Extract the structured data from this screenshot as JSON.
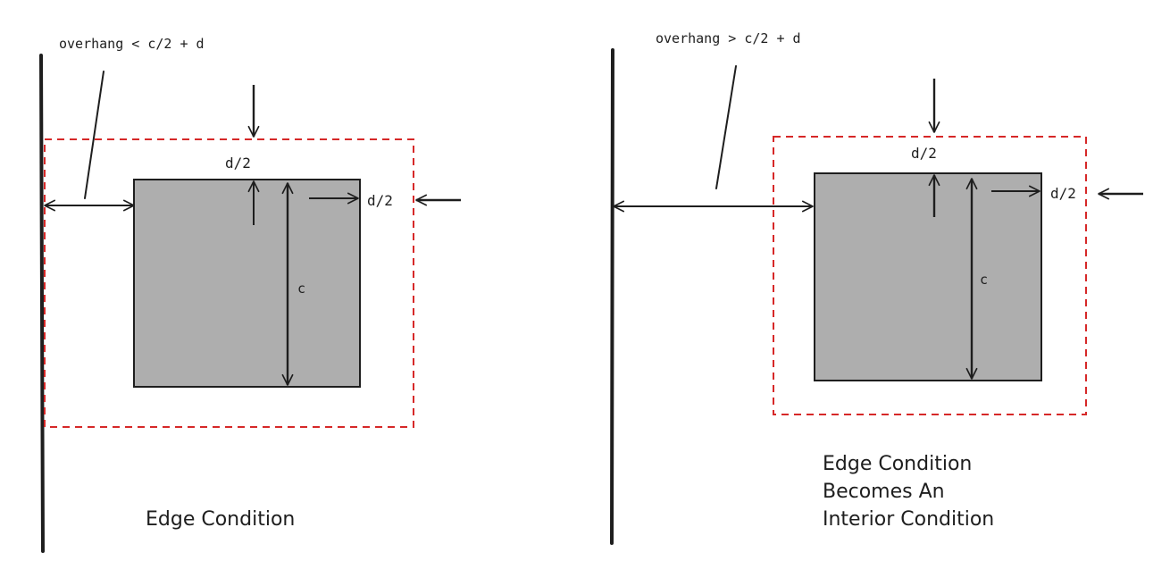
{
  "colors": {
    "ink": "#1e1e1e",
    "column_fill": "#aeaeae",
    "critical_perimeter": "#d62828",
    "background": "#ffffff"
  },
  "panels": [
    {
      "overhang_label": "overhang < c/2 + d",
      "top_label": "d/2",
      "side_label": "d/2",
      "column_label": "c",
      "caption_lines": [
        "Edge Condition"
      ]
    },
    {
      "overhang_label": "overhang > c/2 + d",
      "top_label": "d/2",
      "side_label": "d/2",
      "column_label": "c",
      "caption_lines": [
        "Edge Condition",
        "Becomes An",
        "Interior Condition"
      ]
    }
  ]
}
